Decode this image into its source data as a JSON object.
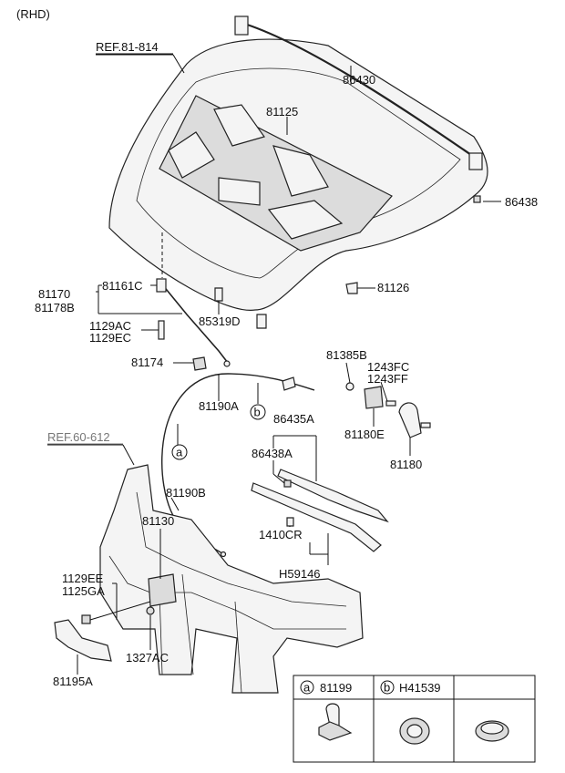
{
  "header": {
    "variant": "(RHD)"
  },
  "refs": [
    {
      "id": "ref-81-814",
      "text": "REF.81-814"
    },
    {
      "id": "ref-60-612",
      "text": "REF.60-612"
    }
  ],
  "labels": {
    "p86430": "86430",
    "p81125": "81125",
    "p86438": "86438",
    "p81170": "81170",
    "p81178B": "81178B",
    "p81161C": "81161C",
    "p1129AC": "1129AC",
    "p1129EC": "1129EC",
    "p85319D": "85319D",
    "p81126": "81126",
    "p81174": "81174",
    "p81385B": "81385B",
    "p1243FC": "1243FC",
    "p1243FF": "1243FF",
    "p81190A": "81190A",
    "p86435A": "86435A",
    "p86438A": "86438A",
    "p81180E": "81180E",
    "p81180": "81180",
    "p81190B": "81190B",
    "p81130": "81130",
    "p1410CR": "1410CR",
    "pH59146": "H59146",
    "p1129EE": "1129EE",
    "p1125GA": "1125GA",
    "p1327AC": "1327AC",
    "p81195A": "81195A"
  },
  "callouts": {
    "a": "a",
    "b": "b"
  },
  "legend": {
    "cells": [
      {
        "letter": "a",
        "part": "81199"
      },
      {
        "letter": "b",
        "part": "H41539"
      },
      {
        "letter": "",
        "part": ""
      }
    ]
  }
}
